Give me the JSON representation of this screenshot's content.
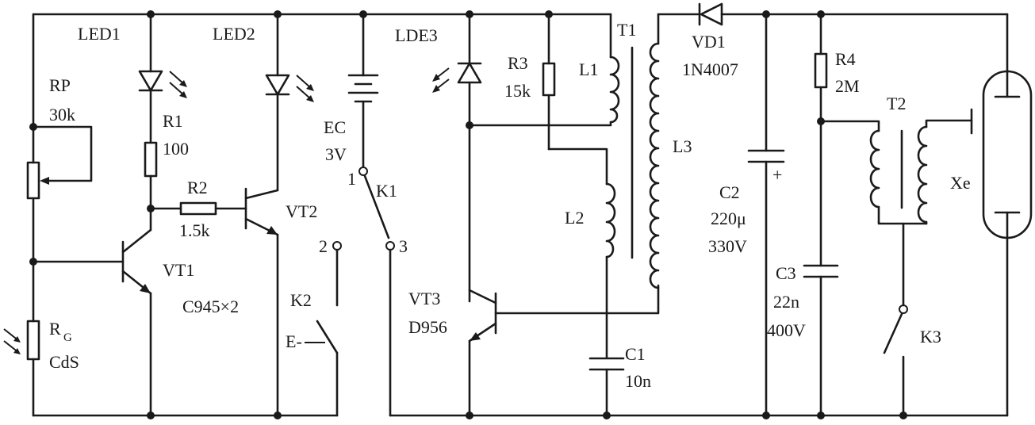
{
  "labels": {
    "led1": "LED1",
    "led2": "LED2",
    "lde3": "LDE3",
    "t1": "T1",
    "vd1": "VD1",
    "vd1_part": "1N4007",
    "rp": "RP",
    "rp_val": "30k",
    "r1": "R1",
    "r1_val": "100",
    "r2": "R2",
    "r2_val": "1.5k",
    "r3": "R3",
    "r3_val": "15k",
    "r4": "R4",
    "r4_val": "2M",
    "l1": "L1",
    "l2": "L2",
    "l3": "L3",
    "ec": "EC",
    "ec_val": "3V",
    "k1": "K1",
    "k1_p1": "1",
    "k1_p2": "2",
    "k1_p3": "3",
    "k2": "K2",
    "k2_e": "E-",
    "k3": "K3",
    "vt1": "VT1",
    "vt2": "VT2",
    "vt3": "VT3",
    "vt3_part": "D956",
    "c945": "C945×2",
    "rg": "R",
    "rg_sub": "G",
    "cds": "CdS",
    "t2": "T2",
    "xe": "Xe",
    "c1": "C1",
    "c1_val": "10n",
    "c2": "C2",
    "c2_val": "220μ",
    "c2_volt": "330V",
    "c2_plus": "+",
    "c3": "C3",
    "c3_val": "22n",
    "c3_volt": "400V"
  }
}
